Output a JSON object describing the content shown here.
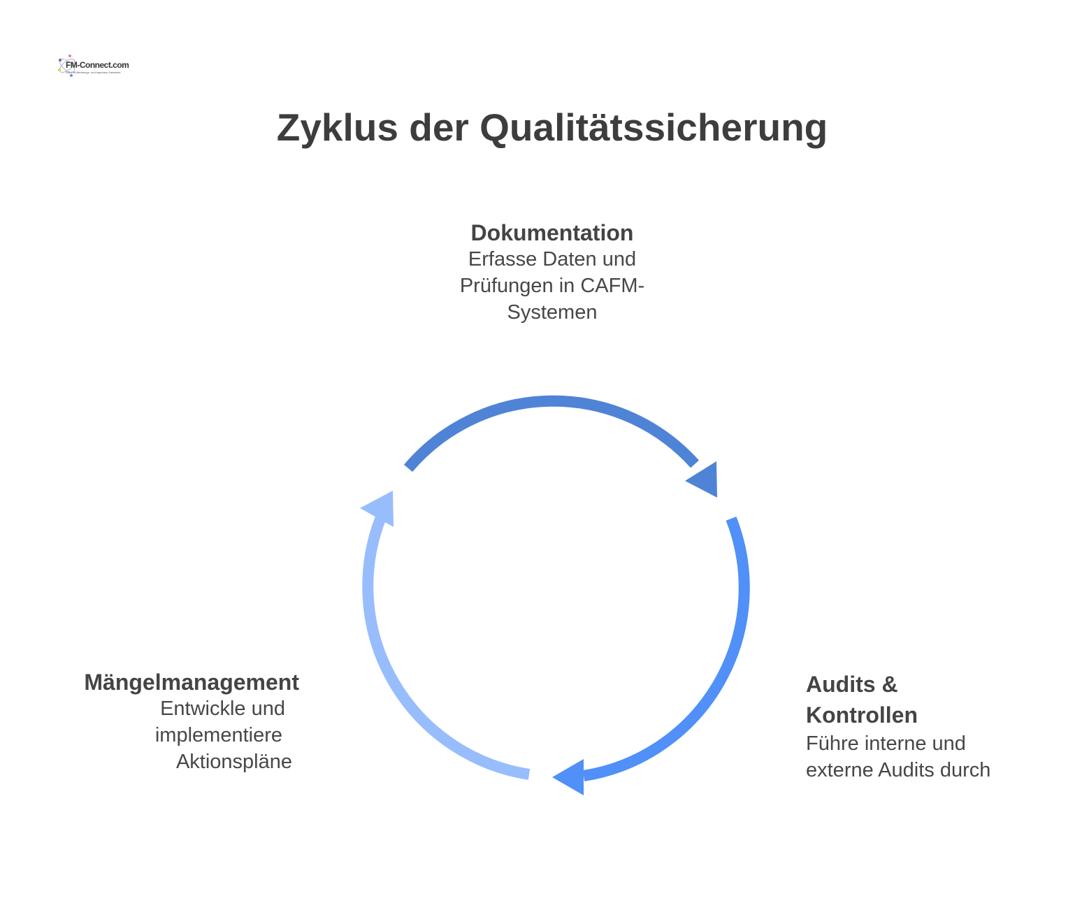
{
  "logo": {
    "text": "FM-Connect.com",
    "subtitle": "Das FM-Beratungs- und Ingenieur-Netzwerk"
  },
  "title": "Zyklus der Qualitätssicherung",
  "steps": [
    {
      "heading": [
        "Dokumentation"
      ],
      "description": [
        "Erfasse Daten und",
        "Prüfungen in CAFM-",
        "Systemen"
      ],
      "color": "#4f83d6"
    },
    {
      "heading": [
        "Audits &",
        "Kontrollen"
      ],
      "description": [
        "Führe interne und",
        "externe Audits durch"
      ],
      "color": "#5090f8"
    },
    {
      "heading": [
        "Mängelmanagement"
      ],
      "description": [
        "Entwickle und",
        "implementiere",
        "Aktionspläne"
      ],
      "color": "#98bdfd"
    }
  ]
}
